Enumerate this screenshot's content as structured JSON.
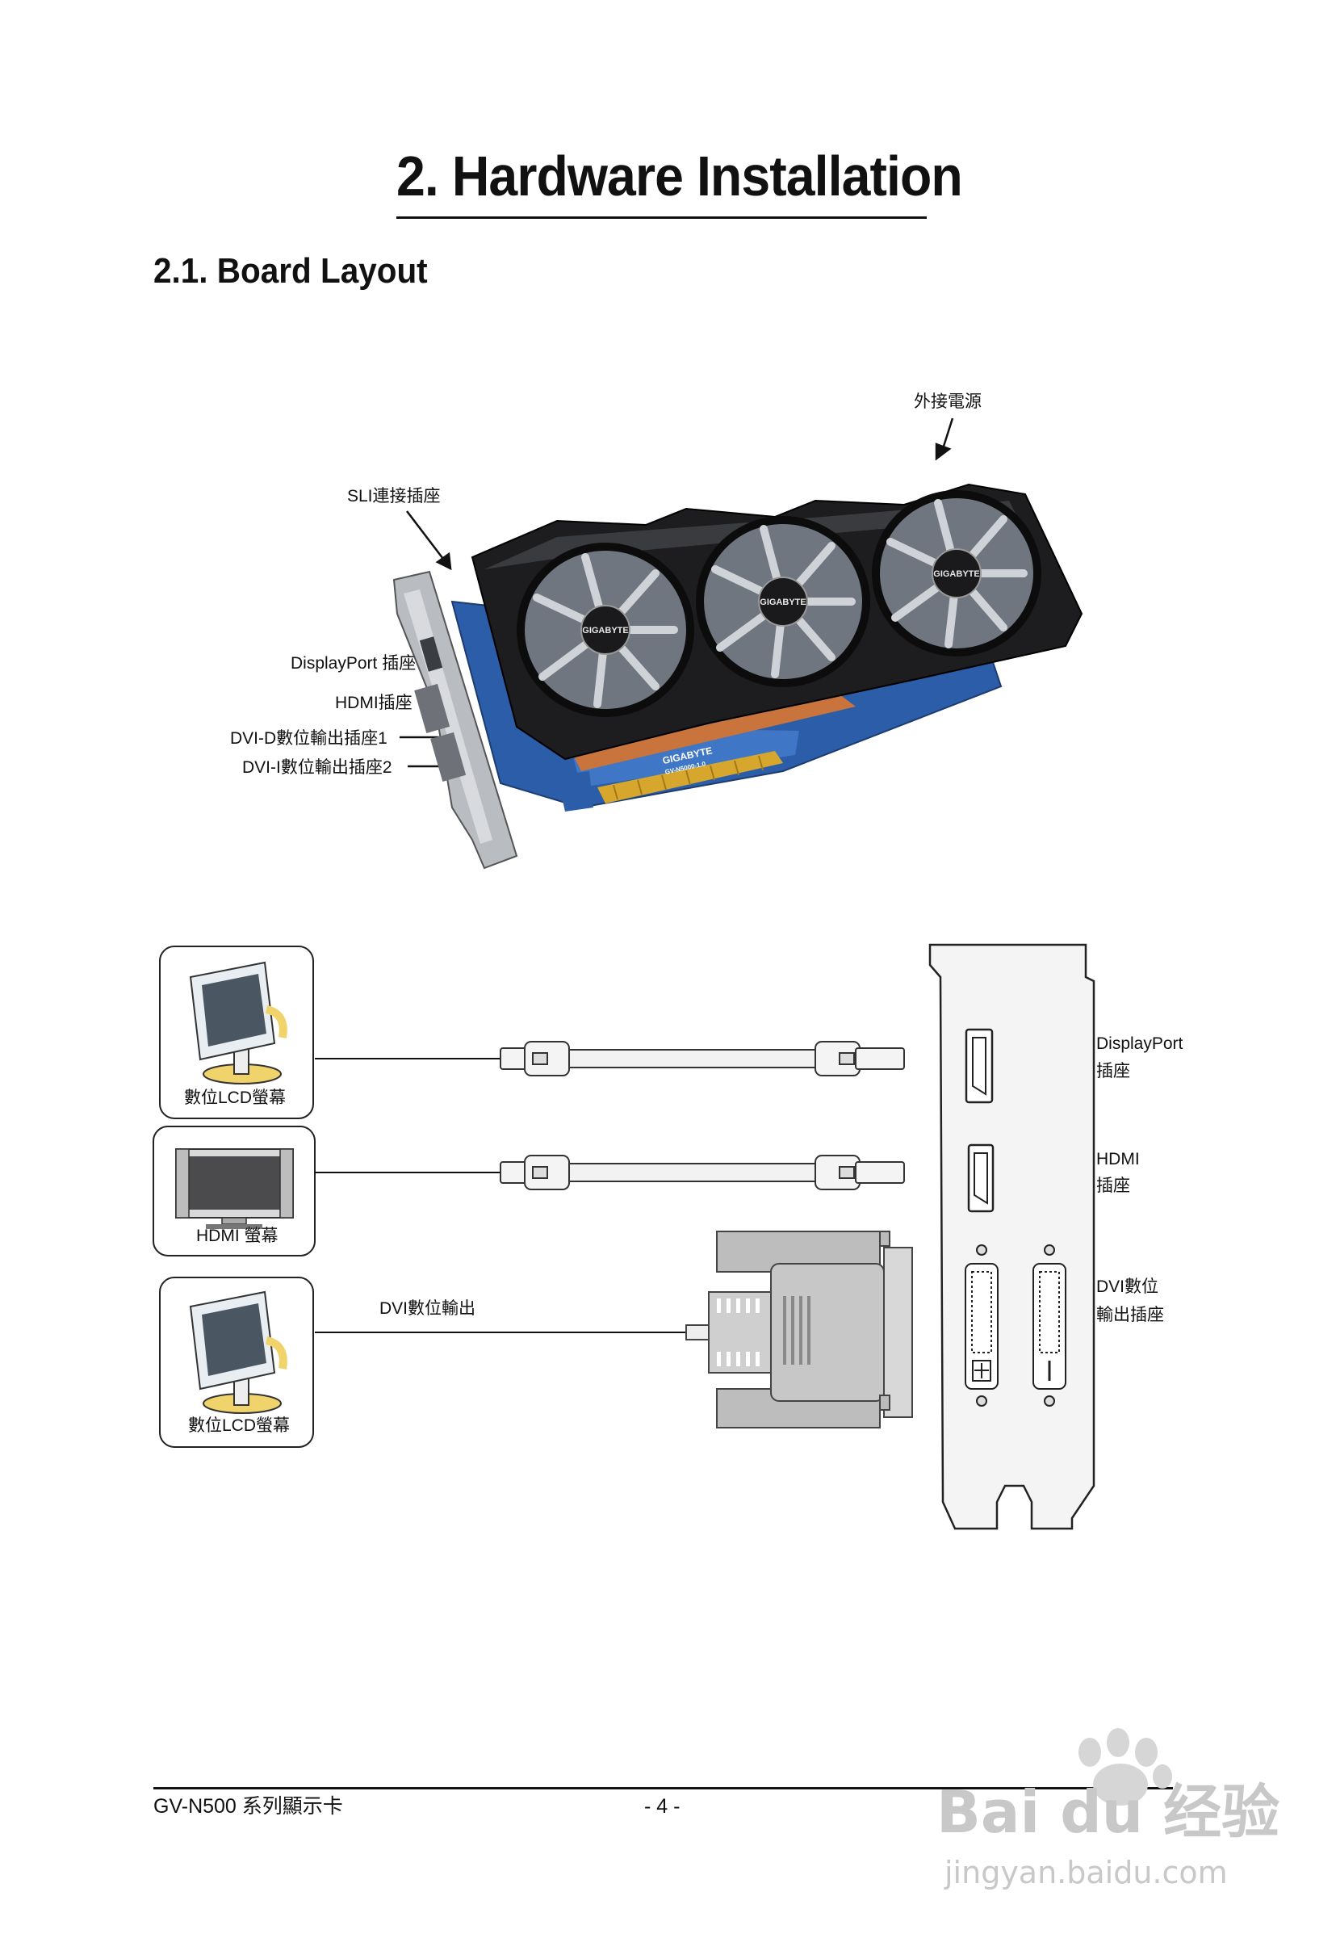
{
  "page": {
    "title": "2. Hardware Installation",
    "section": "2.1. Board Layout"
  },
  "board_labels": {
    "external_power": "外接電源",
    "sli": "SLI連接插座",
    "displayport": "DisplayPort 插座",
    "hdmi": "HDMI插座",
    "dvi_d": "DVI-D數位輸出插座1",
    "dvi_i": "DVI-I數位輸出插座2"
  },
  "card_branding": {
    "fan_logo": "GIGABYTE",
    "pcb_model": "GV-N5000-1.0"
  },
  "connection": {
    "monitors": [
      {
        "label": "數位LCD螢幕"
      },
      {
        "label": "HDMI 螢幕"
      },
      {
        "label": "數位LCD螢幕"
      }
    ],
    "dvi_output": "DVI數位輸出",
    "bracket_labels": {
      "displayport_line1": "DisplayPort",
      "displayport_line2": "插座",
      "hdmi_line1": "HDMI",
      "hdmi_line2": "插座",
      "dvi_line1": "DVI數位",
      "dvi_line2": "輸出插座"
    }
  },
  "footer": {
    "model": "GV-N500 系列顯示卡",
    "page_number": "- 4 -"
  },
  "watermark": {
    "brand": "Bai du 经验",
    "url": "jingyan.baidu.com"
  }
}
